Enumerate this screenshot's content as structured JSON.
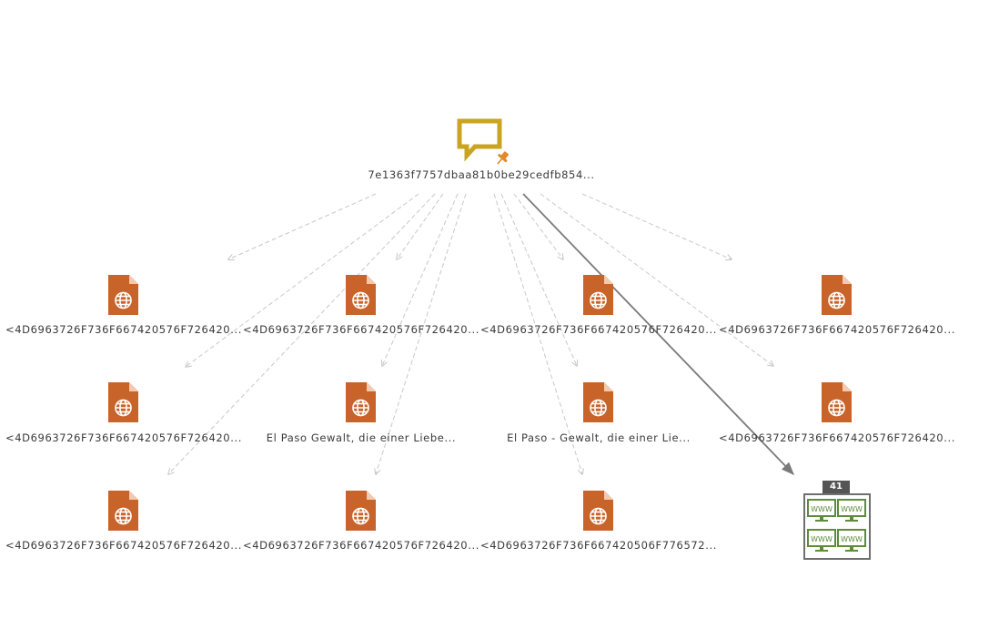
{
  "colors": {
    "root": "#c9a420",
    "file": "#c8642a",
    "cluster": "#5e8c3a",
    "pin": "#e08a2b",
    "edge_dashed": "#c8c8c8",
    "edge_solid": "#7a7a7a",
    "badge": "#555555"
  },
  "root": {
    "icon": "speech-bubble-icon",
    "pinned": true,
    "label": "7e1363f7757dbaa81b0be29cedfb854..."
  },
  "nodes": [
    {
      "icon": "web-document-icon",
      "label": "<4D6963726F736F667420576F726420..."
    },
    {
      "icon": "web-document-icon",
      "label": "<4D6963726F736F667420576F726420..."
    },
    {
      "icon": "web-document-icon",
      "label": "<4D6963726F736F667420576F726420..."
    },
    {
      "icon": "web-document-icon",
      "label": "<4D6963726F736F667420576F726420..."
    },
    {
      "icon": "web-document-icon",
      "label": "<4D6963726F736F667420576F726420..."
    },
    {
      "icon": "web-document-icon",
      "label": "El Paso Gewalt, die einer Liebe..."
    },
    {
      "icon": "web-document-icon",
      "label": "El Paso - Gewalt, die einer Lie..."
    },
    {
      "icon": "web-document-icon",
      "label": "<4D6963726F736F667420576F726420..."
    },
    {
      "icon": "web-document-icon",
      "label": "<4D6963726F736F667420576F726420..."
    },
    {
      "icon": "web-document-icon",
      "label": "<4D6963726F736F667420576F726420..."
    },
    {
      "icon": "web-document-icon",
      "label": "<4D6963726F736F667420506F776572..."
    }
  ],
  "cluster": {
    "icon": "www-cluster-icon",
    "count": "41",
    "tile_label": "WWW"
  }
}
